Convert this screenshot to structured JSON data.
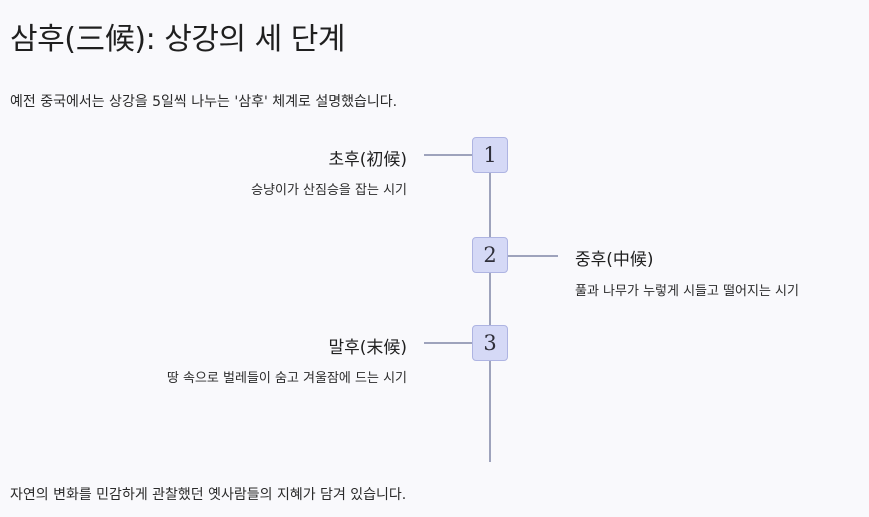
{
  "title": "삼후(三候): 상강의 세 단계",
  "intro": "예전 중국에서는 상강을 5일씩 나누는 '삼후' 체계로 설명했습니다.",
  "stages": [
    {
      "number": "1",
      "title": "초후(初候)",
      "description": "승냥이가 산짐승을 잡는 시기"
    },
    {
      "number": "2",
      "title": "중후(中候)",
      "description": "풀과 나무가 누렇게 시들고 떨어지는 시기"
    },
    {
      "number": "3",
      "title": "말후(末候)",
      "description": "땅 속으로 벌레들이 숨고 겨울잠에 드는 시기"
    }
  ],
  "outro": "자연의 변화를 민감하게 관찰했던 옛사람들의 지혜가 담겨 있습니다."
}
